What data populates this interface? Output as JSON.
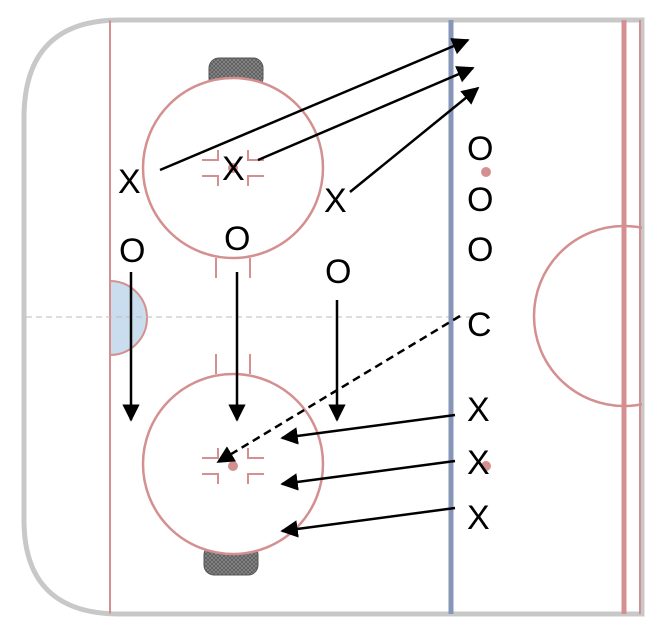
{
  "colors": {
    "boards": "#c8c8c8",
    "red_line": "#d49090",
    "blue_line": "#8796b8",
    "faceoff_circle": "#d49090",
    "crease_fill": "#c9ddef",
    "net_fill": "#9a9a9a",
    "arrow": "#000000",
    "background": "#ffffff"
  },
  "players": {
    "x_top_left": "X",
    "x_top_dot": "X",
    "x_top_right": "X",
    "o_left": "O",
    "o_mid": "O",
    "o_right": "O",
    "o_blue_1": "O",
    "o_blue_2": "O",
    "o_blue_3": "O",
    "coach": "C",
    "x_blue_1": "X",
    "x_blue_2": "X",
    "x_blue_3": "X"
  }
}
